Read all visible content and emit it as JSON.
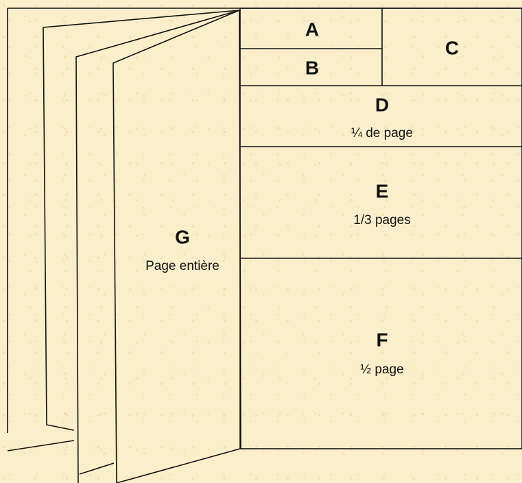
{
  "zones": {
    "a": {
      "letter": "A",
      "caption": ""
    },
    "b": {
      "letter": "B",
      "caption": ""
    },
    "c": {
      "letter": "C",
      "caption": ""
    },
    "d": {
      "letter": "D",
      "caption": "¼ de page"
    },
    "e": {
      "letter": "E",
      "caption": "1/3 pages"
    },
    "f": {
      "letter": "F",
      "caption": "½ page"
    },
    "g": {
      "letter": "G",
      "caption": "Page entière"
    }
  }
}
